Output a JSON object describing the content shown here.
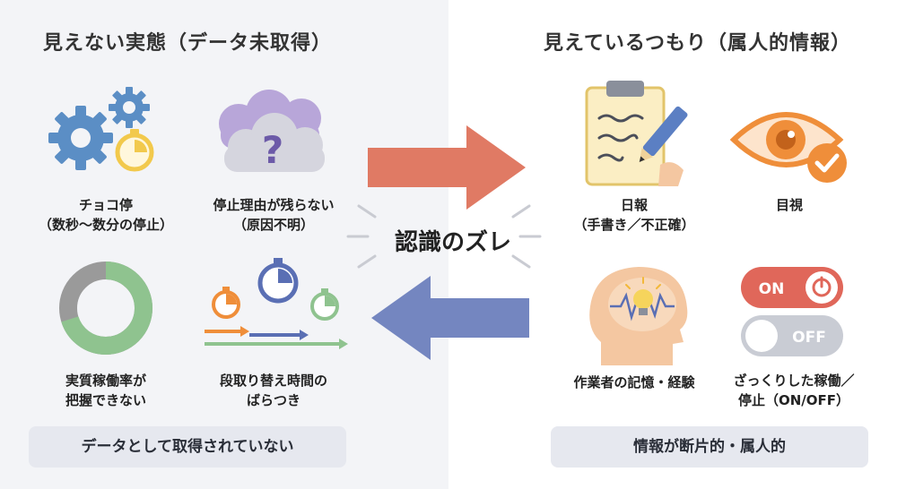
{
  "left": {
    "title": "見えない実態（データ未取得）",
    "items": [
      {
        "label_line1": "チョコ停",
        "label_line2": "（数秒〜数分の停止）",
        "icon": "gears-stopwatch-icon"
      },
      {
        "label_line1": "停止理由が残らない",
        "label_line2": "（原因不明）",
        "icon": "question-cloud-icon"
      },
      {
        "label_line1": "実質稼働率が",
        "label_line2": "把握できない",
        "icon": "donut-chart-icon"
      },
      {
        "label_line1": "段取り替え時間の",
        "label_line2": "ばらつき",
        "icon": "stopwatches-arrows-icon"
      }
    ],
    "footer": "データとして取得されていない"
  },
  "center": {
    "label": "認識のズレ"
  },
  "right": {
    "title": "見えているつもり（属人的情報）",
    "items": [
      {
        "label_line1": "日報",
        "label_line2": "（手書き／不正確）",
        "icon": "clipboard-pen-icon"
      },
      {
        "label_line1": "目視",
        "label_line2": "",
        "icon": "eye-check-icon"
      },
      {
        "label_line1": "作業者の記憶・経験",
        "label_line2": "",
        "icon": "head-lightbulb-icon"
      },
      {
        "label_line1": "ざっくりした稼働／",
        "label_line2": "停止（ON/OFF）",
        "icon": "on-off-toggles-icon"
      }
    ],
    "toggle_on": "ON",
    "toggle_off": "OFF",
    "footer": "情報が断片的・属人的"
  },
  "colors": {
    "gear_blue": "#5b8ec5",
    "stopwatch_yellow": "#f2c94c",
    "cloud_purple": "#9a86c6",
    "cloud_gray": "#c9c9d3",
    "donut_green": "#8fc38f",
    "donut_gray": "#9a9a9a",
    "arrow_right": "#e07a64",
    "arrow_left": "#7486c0",
    "eye_orange": "#ef8e3a",
    "toggle_red": "#e0675a",
    "toggle_gray": "#b8bcc7"
  }
}
